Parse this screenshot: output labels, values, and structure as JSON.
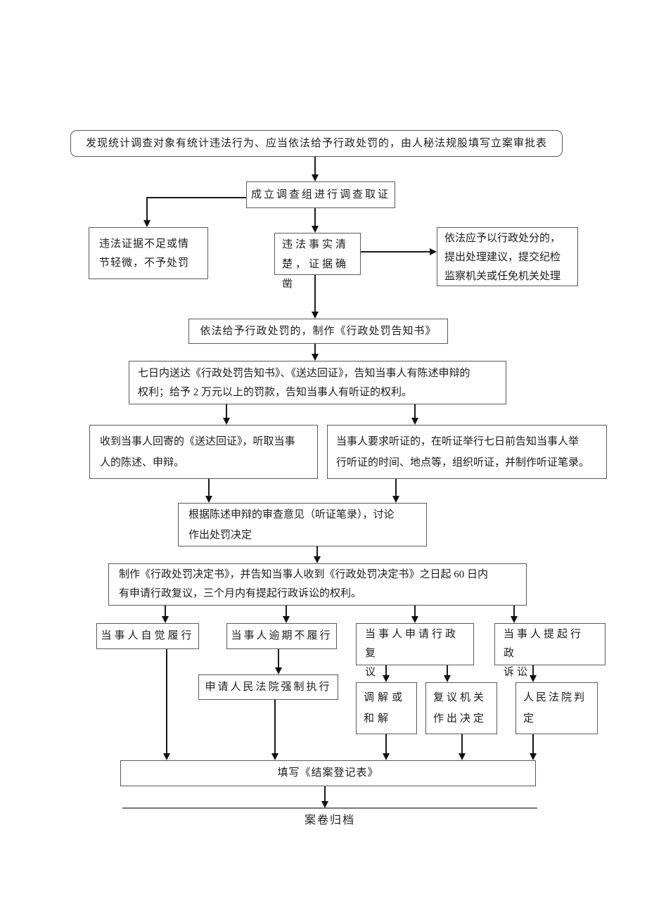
{
  "page": {
    "background": "#ffffff"
  },
  "colors": {
    "box_border": "#5a5a5a",
    "connector_line": "#1a1a1a",
    "arrowhead": "#111111",
    "text": "#1c1c1c"
  },
  "nodes": {
    "filing": {
      "text": "发现统计调查对象有统计违法行为、应当依法给予行政处罚的，由人秘法规股填写立案审批表"
    },
    "investigate": {
      "text": "成立调查组进行调查取证"
    },
    "no_penalty": {
      "lines": [
        "违法证据不足或情",
        "节轻微，不予处罚"
      ]
    },
    "facts_clear": {
      "lines": [
        "违法事实清",
        "楚，证据确凿"
      ]
    },
    "discipline": {
      "lines": [
        "依法应予以行政处分的，",
        "提出处理建议，提交纪检",
        "监察机关或任免机关处理"
      ]
    },
    "notice": {
      "text": "依法给予行政处罚的，制作《行政处罚告知书》"
    },
    "deliver": {
      "lines": [
        "七日内送达《行政处罚告知书》、《送达回证》，告知当事人有陈述申辩的",
        "权利；给予 2 万元以上的罚款，告知当事人有听证的权利。"
      ]
    },
    "statement": {
      "lines": [
        "收到当事人回寄的《送达回证》，听取当事",
        "人的陈述、申辩。"
      ]
    },
    "hearing": {
      "lines": [
        "当事人要求听证的，在听证举行七日前告知当事人举",
        "行听证的时间、地点等，组织听证，并制作听证笔录。"
      ]
    },
    "review": {
      "lines": [
        "根据陈述申辩的审查意见（听证笔录），讨论",
        "作出处罚决定"
      ]
    },
    "decision": {
      "lines": [
        "制作《行政处罚决定书》，并告知当事人收到《行政处罚决定书》之日起 60 日内",
        "有申请行政复议，三个月内有提起行政诉讼的权利。"
      ]
    },
    "comply": {
      "text": "当事人自觉履行"
    },
    "overdue": {
      "text": "当事人逾期不履行"
    },
    "reconsideration": {
      "lines": [
        "当事人申请行政复",
        "议"
      ]
    },
    "litigation": {
      "lines": [
        "当事人提起行政",
        "诉讼"
      ]
    },
    "enforce": {
      "text": "申请人民法院强制执行"
    },
    "mediate": {
      "lines": [
        "调解或",
        "和解"
      ]
    },
    "recon_decision": {
      "lines": [
        "复议机关",
        "作出决定"
      ]
    },
    "court_ruling": {
      "lines": [
        "人民法院判",
        "定"
      ]
    },
    "close_case": {
      "text": "填写《结案登记表》"
    },
    "archive": {
      "text": "案卷归档"
    }
  }
}
